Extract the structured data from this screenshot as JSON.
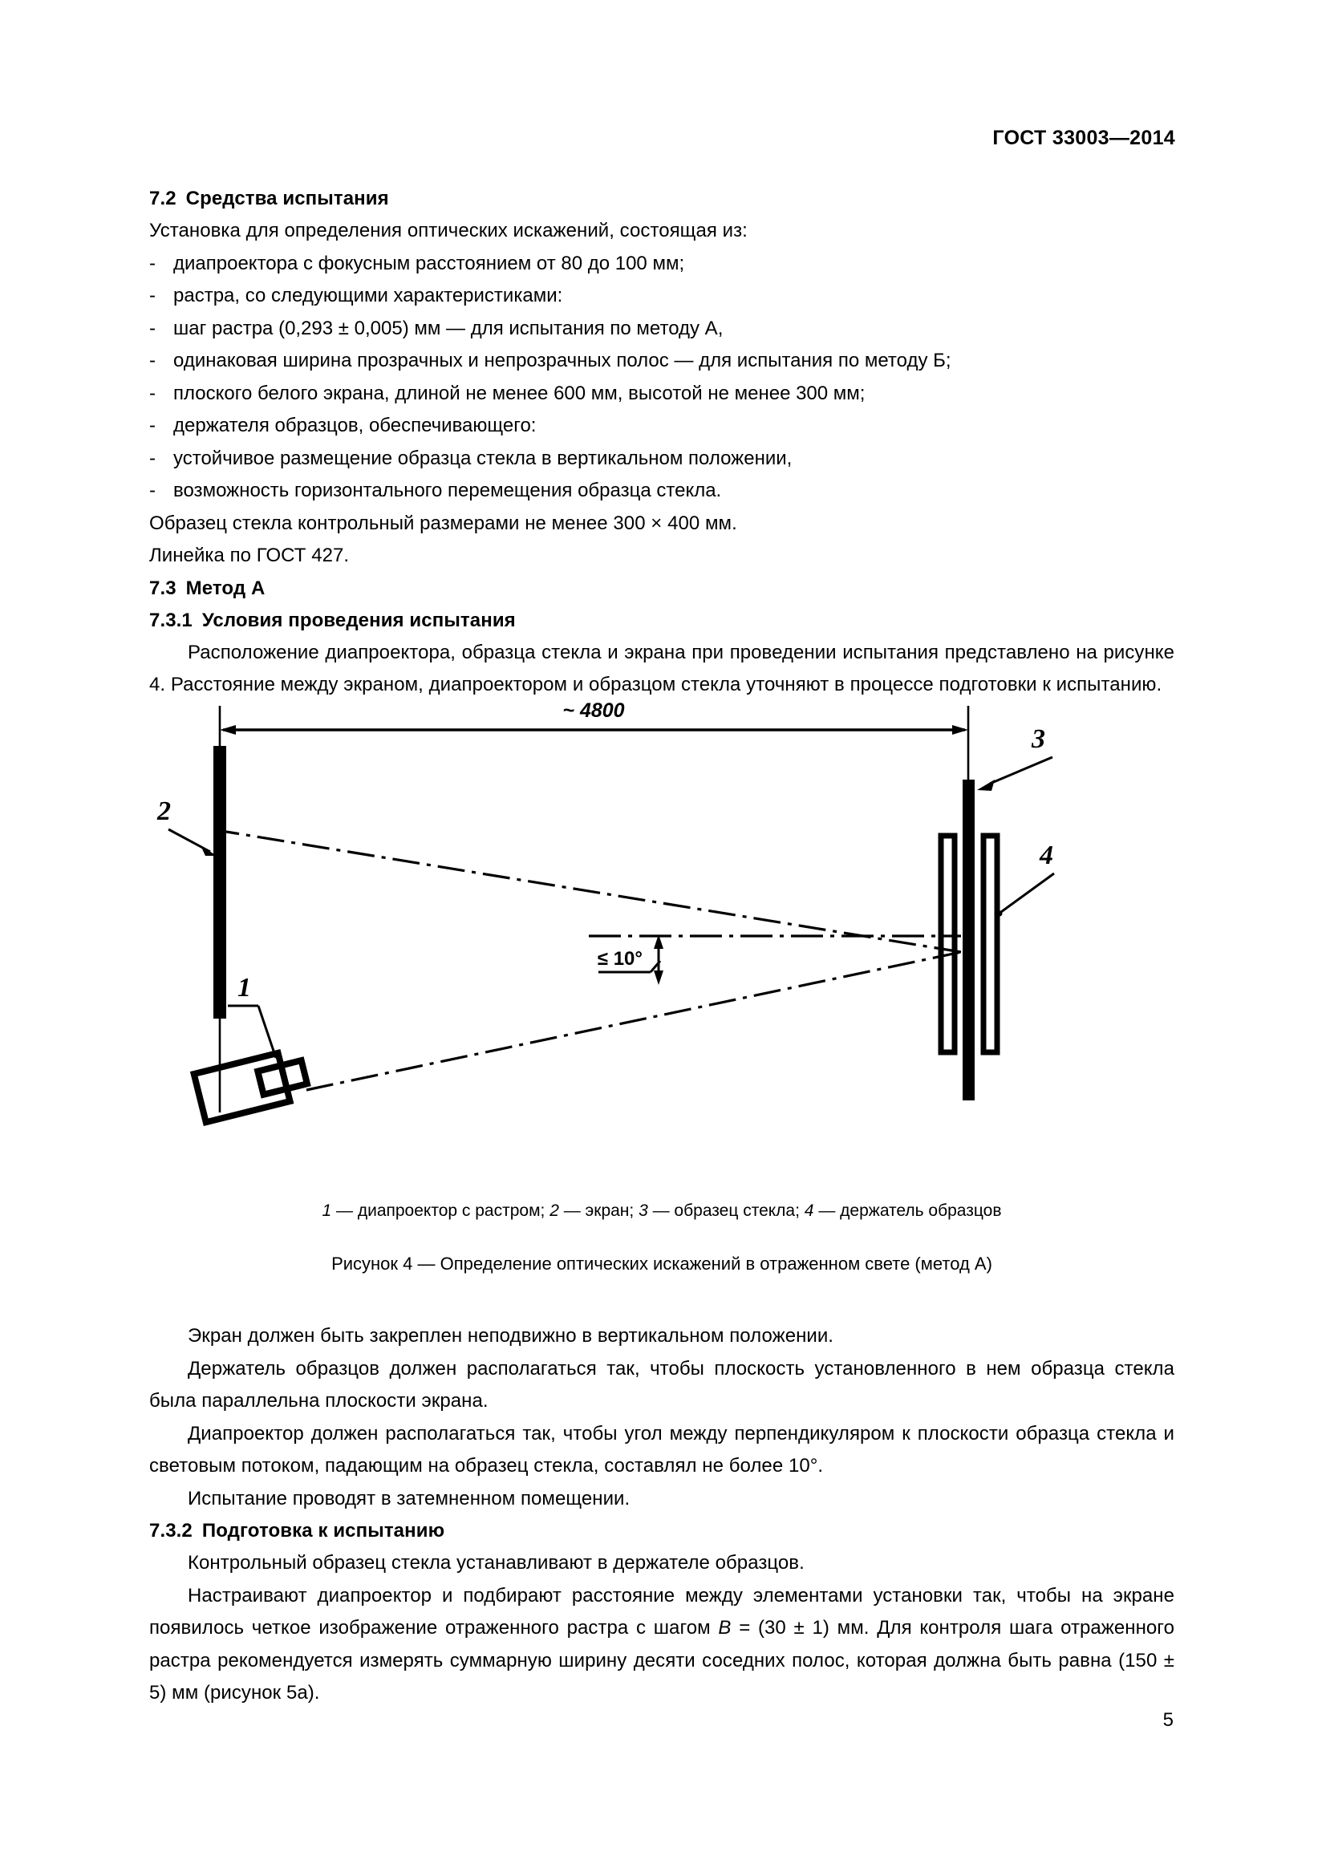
{
  "header": {
    "standard": "ГОСТ 33003—2014"
  },
  "sections": {
    "s72_num": "7.2",
    "s72_title": "Средства испытания",
    "s72_intro": "Установка для определения оптических искажений, состоящая из:",
    "s72_items": [
      "диапроектора с фокусным расстоянием от 80 до 100 мм;",
      "растра, со следующими характеристиками:",
      "шаг растра (0,293 ± 0,005) мм — для испытания по методу А,",
      " одинаковая ширина прозрачных и непрозрачных полос — для испытания по методу Б;",
      "плоского белого экрана, длиной не менее 600 мм, высотой не менее 300 мм;",
      "держателя образцов, обеспечивающего:",
      "устойчивое размещение образца стекла в вертикальном положении,",
      "возможность горизонтального перемещения образца стекла."
    ],
    "s72_after1": "Образец стекла контрольный размерами не менее 300 × 400 мм.",
    "s72_after2": "Линейка по ГОСТ 427.",
    "s73_num": "7.3",
    "s73_title": "Метод А",
    "s731_num": "7.3.1",
    "s731_title": "Условия проведения испытания",
    "s731_p1": "Расположение диапроектора, образца стекла и экрана при проведении испытания представлено на рисунке 4. Расстояние между экраном, диапроектором и образцом стекла уточняют в процессе подготовки к испытанию.",
    "after_fig_p1": "Экран должен быть закреплен неподвижно в вертикальном положении.",
    "after_fig_p2": "Держатель образцов должен располагаться так, чтобы плоскость установленного в нем образца стекла была параллельна плоскости экрана.",
    "after_fig_p3": "Диапроектор должен располагаться так, чтобы угол между перпендикуляром к плоскости образца стекла и световым потоком, падающим на образец стекла, составлял не более 10°.",
    "after_fig_p4": "Испытание проводят в затемненном помещении.",
    "s732_num": "7.3.2",
    "s732_title": "Подготовка к испытанию",
    "s732_p1": "Контрольный образец стекла устанавливают в держателе образцов.",
    "s732_p2_a": "Настраивают диапроектор и подбирают расстояние между элементами установки так, чтобы на экране появилось четкое изображение отраженного растра с шагом ",
    "s732_p2_var": "B",
    "s732_p2_b": " = (30 ± 1) мм. Для контроля шага отраженного растра рекомендуется измерять суммарную ширину десяти соседних полос, которая должна быть равна (150 ± 5) мм (рисунок 5а)."
  },
  "figure": {
    "dimension_label": "~ 4800",
    "angle_label": "≤ 10°",
    "callout_1": "1",
    "callout_2": "2",
    "callout_3": "3",
    "callout_4": "4",
    "legend": "1 — диапроектор с растром; 2 — экран; 3 — образец стекла; 4 — держатель образцов",
    "legend_parts": [
      {
        "num": "1",
        "text": " — диапроектор с растром; "
      },
      {
        "num": "2",
        "text": " — экран; "
      },
      {
        "num": "3",
        "text": " — образец стекла; "
      },
      {
        "num": "4",
        "text": " — держатель образцов"
      }
    ],
    "caption": "Рисунок 4 — Определение оптических искажений в отраженном свете (метод А)"
  },
  "footer": {
    "page_number": "5"
  }
}
